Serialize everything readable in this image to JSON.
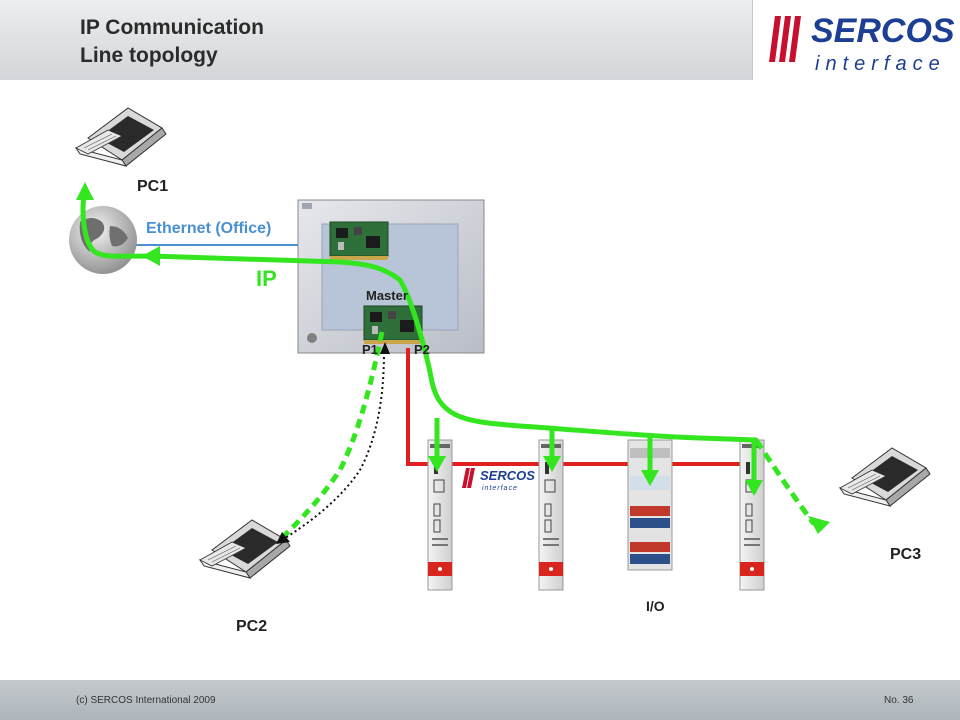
{
  "slide": {
    "title_line1": "IP Communication",
    "title_line2": "Line topology"
  },
  "logo": {
    "brand": "SERCOS",
    "sub": "interface"
  },
  "labels": {
    "pc1": "PC1",
    "pc2": "PC2",
    "pc3": "PC3",
    "ethernet": "Ethernet (Office)",
    "ip": "IP",
    "master": "Master",
    "port1": "P1",
    "port2": "P2",
    "io": "I/O"
  },
  "footer": {
    "copyright": "(c) SERCOS International 2009",
    "page": "No. 36"
  },
  "colors": {
    "ip_path": "#33e61f",
    "sercos_ring": "#e02020",
    "ethernet": "#4a8fd1",
    "logo_red": "#c8102e",
    "logo_blue": "#1c3f94"
  }
}
